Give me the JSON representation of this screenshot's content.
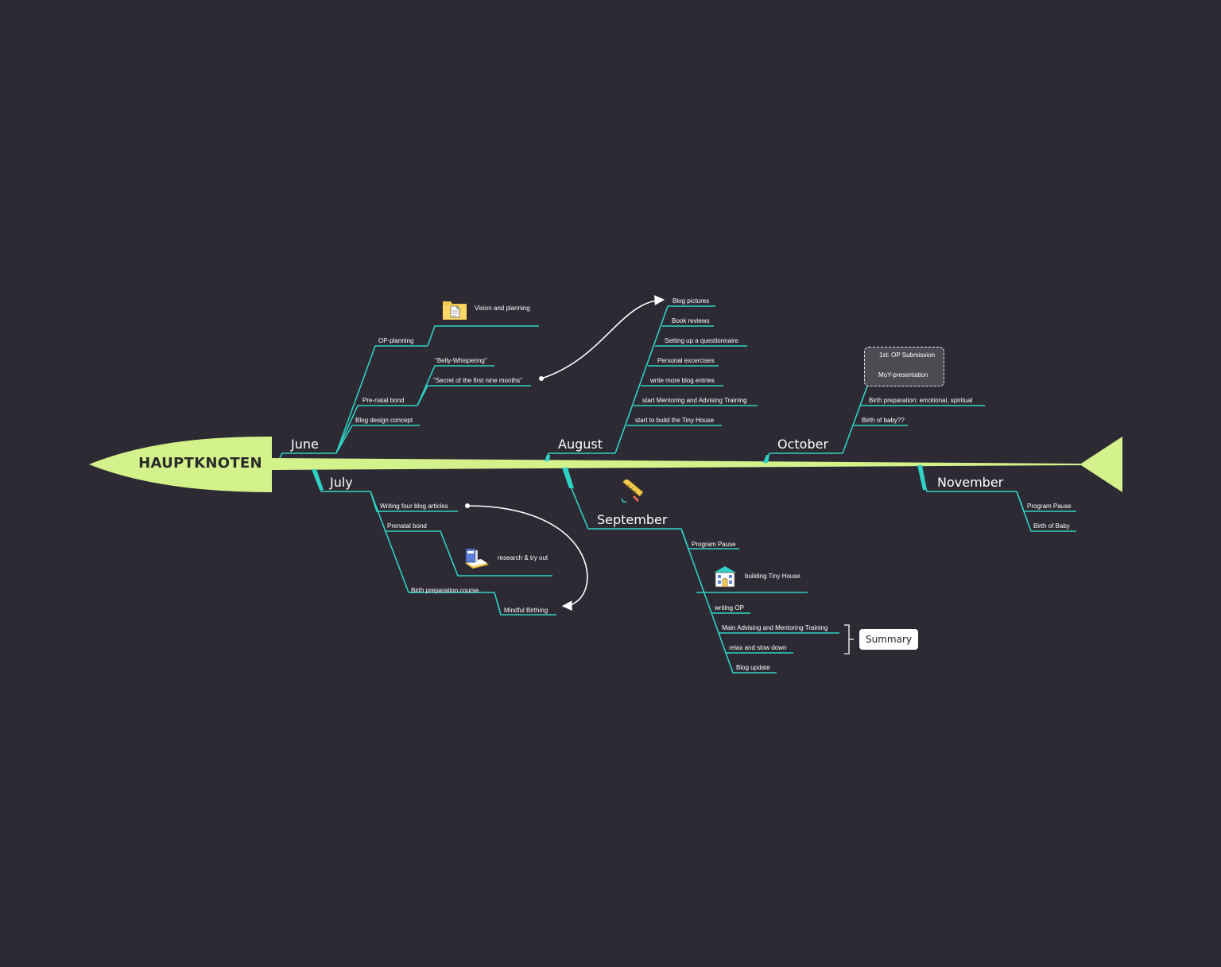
{
  "root": {
    "title": "HAUPTKNOTEN"
  },
  "colors": {
    "spine": "#d4f28c",
    "branch": "#2ed3c6",
    "background": "#2d2a33",
    "text": "#ffffff"
  },
  "months": {
    "june": {
      "label": "June",
      "items": {
        "op_planning": "OP-planning",
        "vision": "Vision and planning",
        "prenatal_bond": "Pre-natal bond",
        "belly": "\"Belly-Whispering\"",
        "secret": "\"Secret of the first nine months\"",
        "blog_design": "Blog design concept"
      }
    },
    "july": {
      "label": "July",
      "items": {
        "writing_four": "Writing four blog articles",
        "prenatal_bond": "Prenatal bond",
        "research": "research & try out",
        "birth_prep": "Birth preparation course",
        "mindful": "Mindful Birthing"
      }
    },
    "august": {
      "label": "August",
      "items": {
        "blog_pictures": "Blog pictures",
        "book_reviews": "Book reviews",
        "questionnaire": "Setting up a questionnaire",
        "personal": "Personal excercises",
        "write_more": "write more blog entries",
        "mentoring": "start Mentoring and Advising Training",
        "tiny_house": "start to build the Tiny House"
      }
    },
    "september": {
      "label": "September",
      "items": {
        "program_pause": "Program Pause",
        "building": "building Tiny House",
        "writing_op": "writing OP",
        "main_advising": "Main Advising and Mentoring Training",
        "relax": "relax and slow down",
        "blog_update": "Blog update"
      }
    },
    "october": {
      "label": "October",
      "items": {
        "op_submission": "1st: OP Submission",
        "moy": "MoY-presentation",
        "birth_prep": "Birth preparation: emotional, spiritual",
        "birth_of_baby": "Birth of baby??"
      }
    },
    "november": {
      "label": "November",
      "items": {
        "program_pause": "Program Pause",
        "birth_of_baby": "Birth of Baby"
      }
    }
  },
  "summary": {
    "label": "Summary"
  },
  "icons": {
    "june_vision": "document-folder-icon",
    "july_research": "books-icon",
    "september_topic": "pencil-ruler-icon",
    "september_building": "house-icon"
  }
}
